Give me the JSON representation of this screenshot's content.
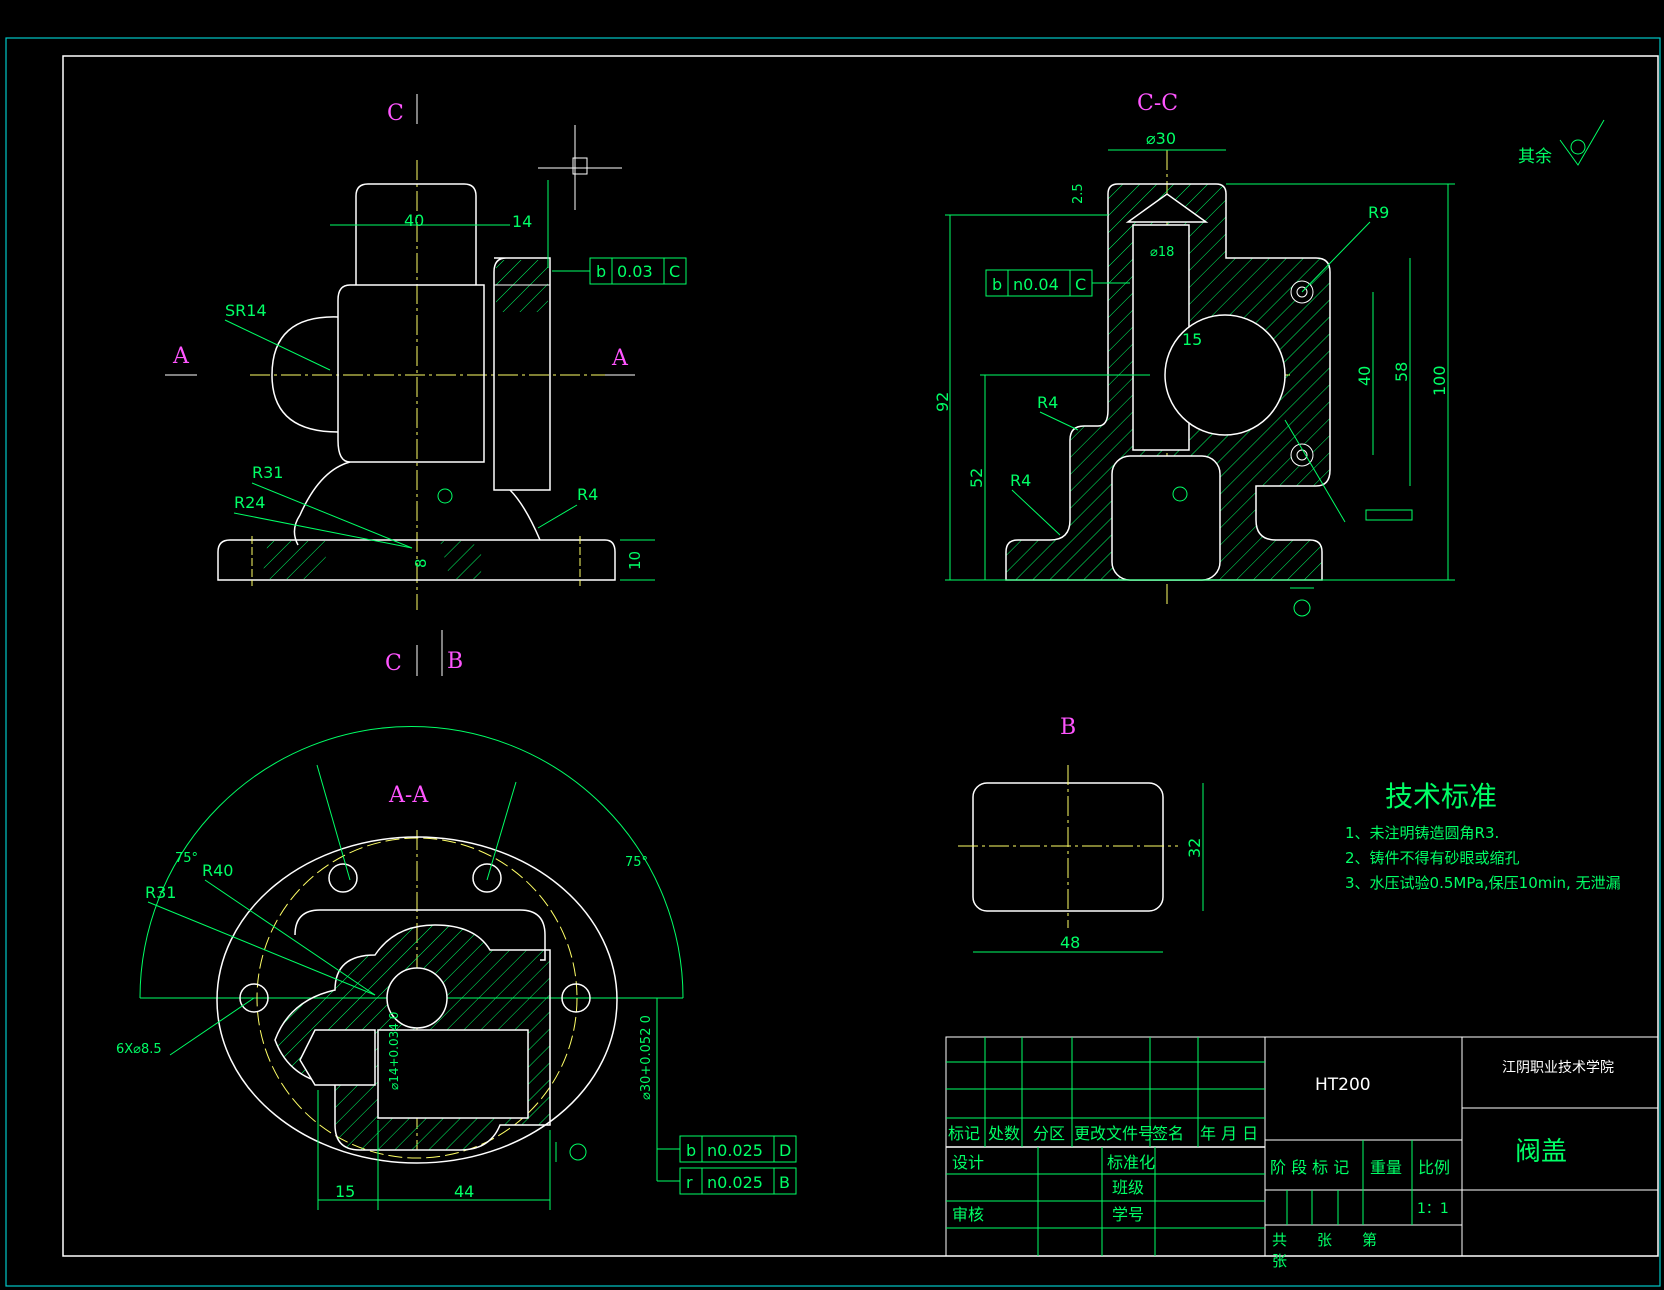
{
  "drawing": {
    "section_marks": {
      "c_top": "C",
      "c_bottom": "C",
      "b_bottom": "B",
      "a_left": "A",
      "a_right": "A",
      "cc_title": "C-C",
      "aa_title": "A-A",
      "b_title": "B"
    },
    "front_view": {
      "dims": {
        "width_40": "40",
        "width_14": "14",
        "sr14": "SR14",
        "r31": "R31",
        "r24": "R24",
        "r4": "R4",
        "h8": "8",
        "h10": "10"
      },
      "tolerance": {
        "symbol": "b",
        "value": "0.03",
        "datum": "C"
      }
    },
    "section_cc": {
      "dims": {
        "dia30": "⌀30",
        "dia18": "⌀18",
        "h2_5": "2.5",
        "r9": "R9",
        "h15": "15",
        "r4_upper": "R4",
        "r4_lower": "R4",
        "h92": "92",
        "h52": "52",
        "h40": "40",
        "h58": "58",
        "h100": "100"
      },
      "tolerance": {
        "symbol": "b",
        "value": "n0.04",
        "datum": "C"
      }
    },
    "section_aa": {
      "dims": {
        "angle_left": "75°",
        "angle_right": "75°",
        "r40": "R40",
        "r31": "R31",
        "holes": "6X⌀8.5",
        "w15": "15",
        "w44": "44",
        "dia14": "⌀14+0.034 0",
        "dia30": "⌀30+0.052 0"
      },
      "tolerances": [
        {
          "symbol": "b",
          "value": "n0.025",
          "datum": "D"
        },
        {
          "symbol": "r",
          "value": "n0.025",
          "datum": "B"
        }
      ]
    },
    "view_b": {
      "dims": {
        "h32": "32",
        "w48": "48"
      }
    },
    "surface_note": "其余",
    "tech_requirements": {
      "title": "技术标准",
      "items": [
        "1、未注明铸造圆角R3.",
        "2、铸件不得有砂眼或缩孔",
        "3、水压试验0.5MPa,保压10min, 无泄漏"
      ]
    }
  },
  "title_block": {
    "material": "HT200",
    "school": "江阴职业技术学院",
    "part_name": "阀盖",
    "revision_headers": [
      "标记",
      "处数",
      "分区",
      "更改文件号",
      "签名",
      "年 月 日"
    ],
    "labels": {
      "design": "设计",
      "standardize": "标准化",
      "class": "班级",
      "review": "审核",
      "student_no": "学号",
      "stage_mark": "阶 段 标 记",
      "weight": "重量",
      "scale": "比例",
      "scale_value": "1：1",
      "sheets": "共　　张　　第",
      "sheets_tail": "张"
    }
  },
  "colors": {
    "background": "#000000",
    "outline": "#ffffff",
    "dimension": "#00ff66",
    "center_line": "#ffff66",
    "section_label": "#ff55ff",
    "frame": "#00c8c8"
  }
}
